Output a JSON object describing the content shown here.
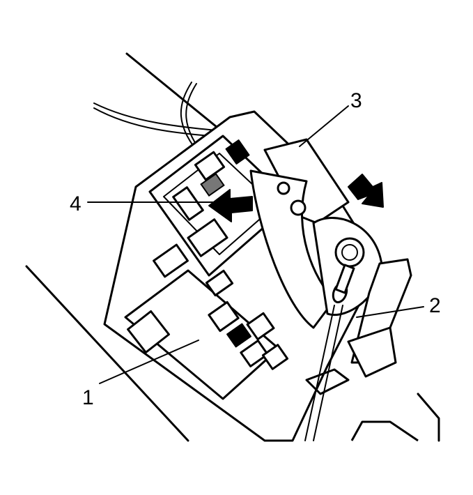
{
  "callouts": [
    {
      "id": "callout-1",
      "label": "1"
    },
    {
      "id": "callout-2",
      "label": "2"
    },
    {
      "id": "callout-3",
      "label": "3"
    },
    {
      "id": "callout-4",
      "label": "4"
    }
  ],
  "arrows": [
    {
      "id": "slide-arrow-right",
      "direction": "down-right",
      "color": "#000000"
    },
    {
      "id": "push-arrow-left",
      "direction": "left",
      "color": "#000000"
    }
  ],
  "colors": {
    "line": "#000000",
    "background": "#ffffff"
  }
}
